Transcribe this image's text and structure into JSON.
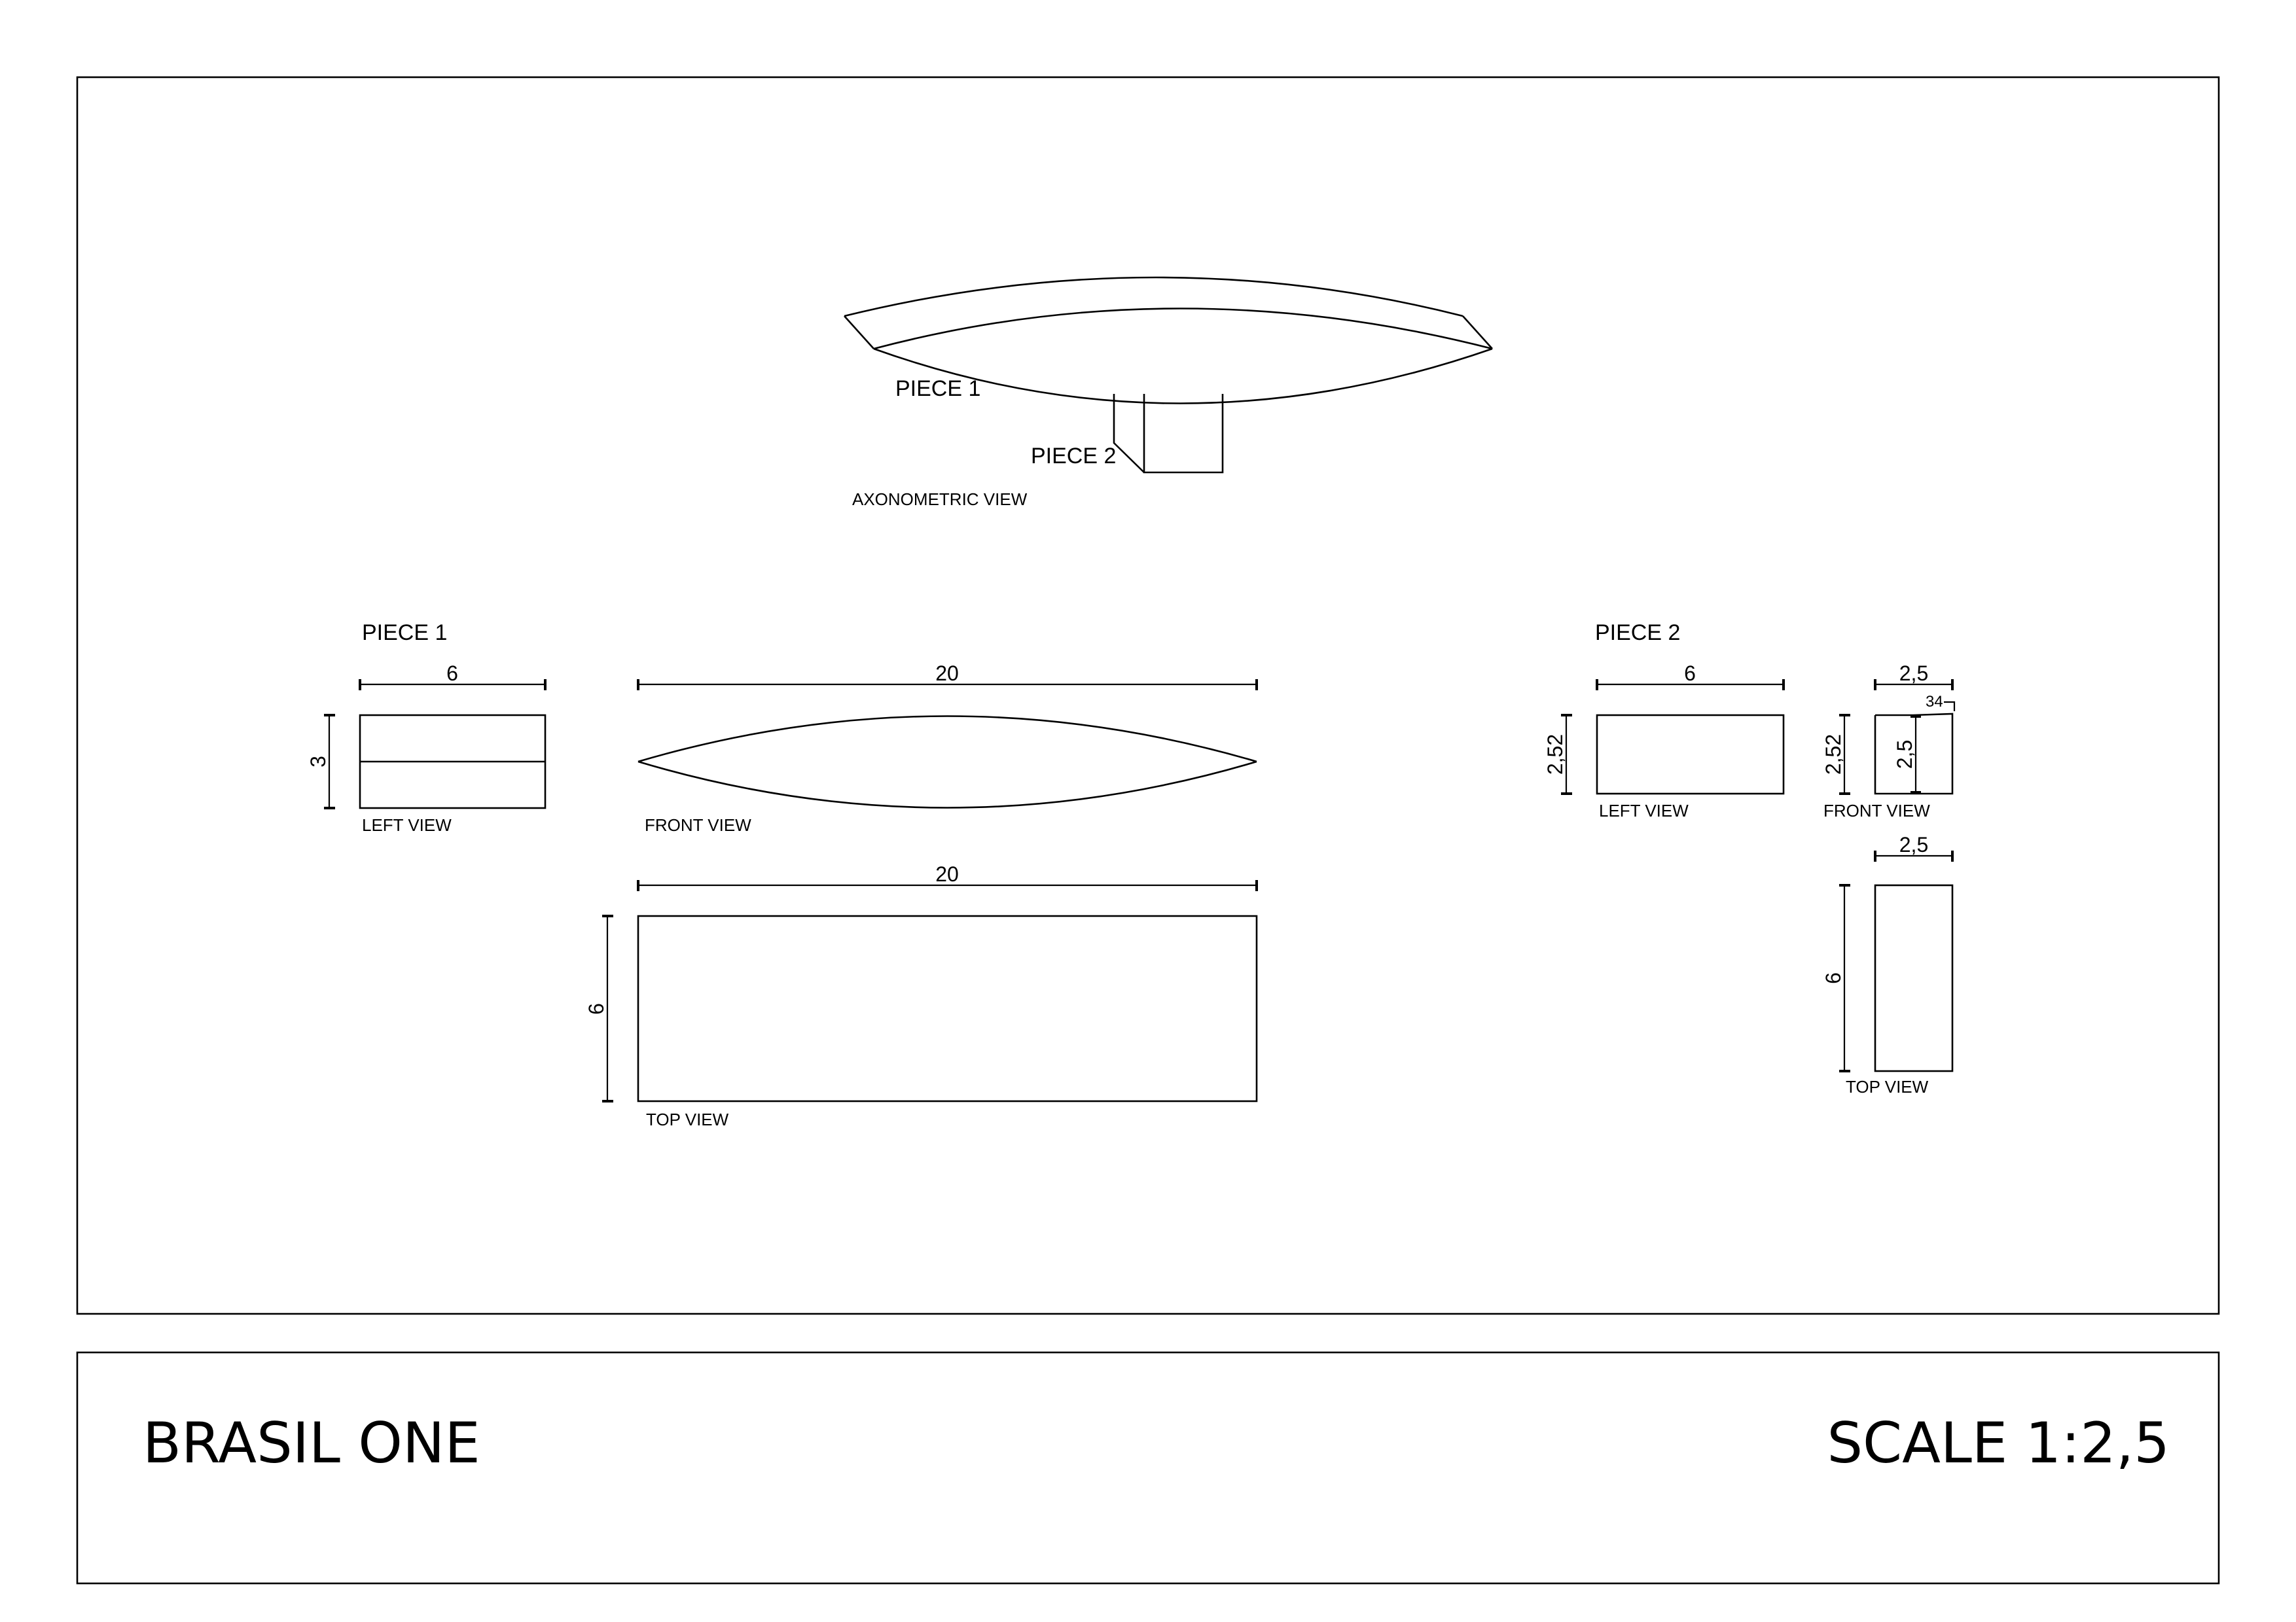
{
  "title_block": {
    "project_name": "BRASIL ONE",
    "scale": "SCALE 1:2,5"
  },
  "axonometric": {
    "piece1_label": "PIECE 1",
    "piece2_label": "PIECE 2",
    "view_label": "AXONOMETRIC VIEW"
  },
  "piece1": {
    "heading": "PIECE 1",
    "left_view": {
      "label": "LEFT VIEW",
      "width": "6",
      "height": "3"
    },
    "front_view": {
      "label": "FRONT VIEW",
      "length": "20"
    },
    "top_view": {
      "label": "TOP VIEW",
      "length": "20",
      "width": "6"
    }
  },
  "piece2": {
    "heading": "PIECE 2",
    "left_view": {
      "label": "LEFT VIEW",
      "width": "6",
      "height": "2,52"
    },
    "front_view": {
      "label": "FRONT VIEW",
      "width": "2,5",
      "height_outer": "2,52",
      "height_inner": "2,5",
      "small_note": "34"
    },
    "top_view": {
      "label": "TOP VIEW",
      "width": "2,5",
      "length": "6"
    }
  }
}
